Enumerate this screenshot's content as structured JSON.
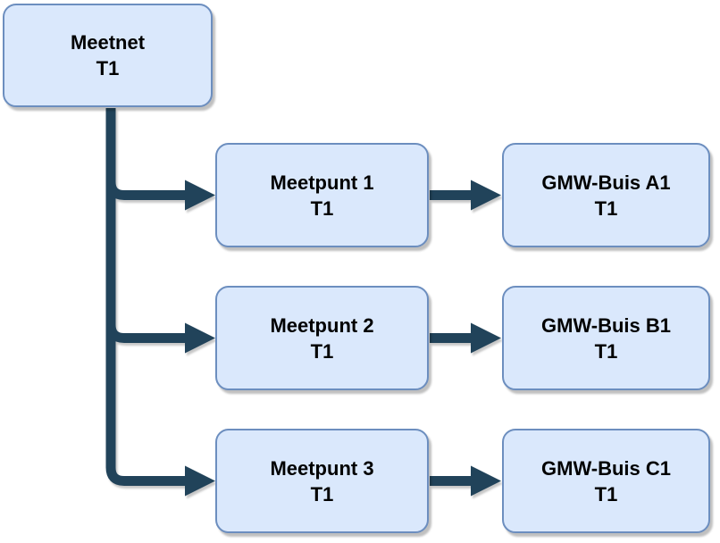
{
  "colors": {
    "node_fill": "#DAE8FC",
    "node_border": "#6C8EBF",
    "connector": "#21435A",
    "text": "#000000",
    "background": "#FFFFFF"
  },
  "diagram": {
    "root": {
      "name": "Meetnet",
      "version": "T1"
    },
    "rows": [
      {
        "meetpunt": {
          "name": "Meetpunt 1",
          "version": "T1"
        },
        "gmw": {
          "name": "GMW-Buis A1",
          "version": "T1"
        }
      },
      {
        "meetpunt": {
          "name": "Meetpunt 2",
          "version": "T1"
        },
        "gmw": {
          "name": "GMW-Buis B1",
          "version": "T1"
        }
      },
      {
        "meetpunt": {
          "name": "Meetpunt 3",
          "version": "T1"
        },
        "gmw": {
          "name": "GMW-Buis C1",
          "version": "T1"
        }
      }
    ]
  }
}
